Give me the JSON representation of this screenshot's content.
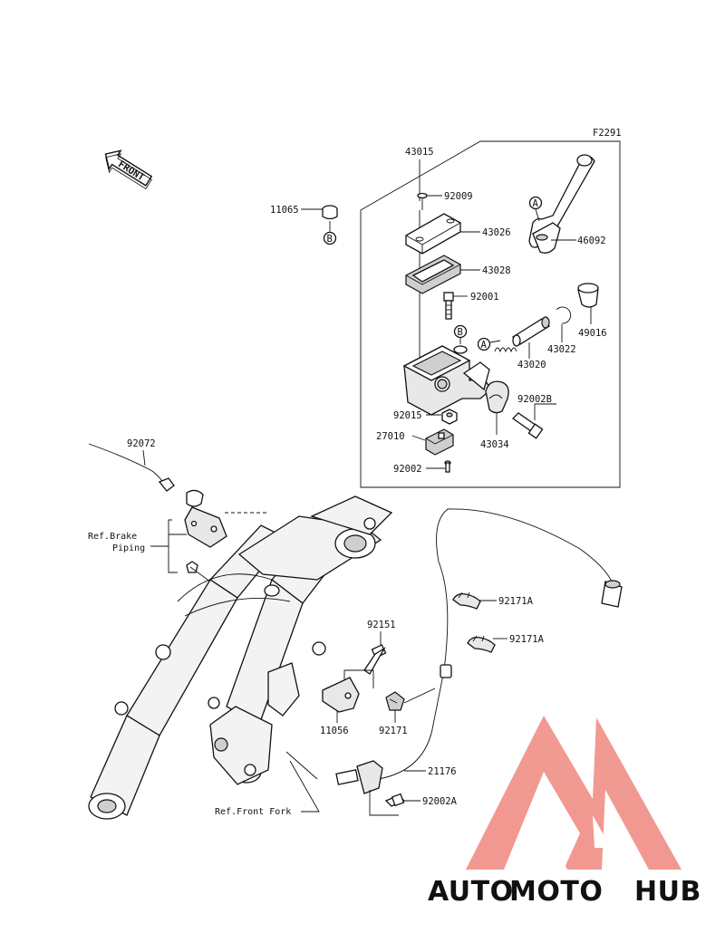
{
  "diagram": {
    "figure_code": "F2291",
    "front_label": "FRONT",
    "callout_a": "A",
    "callout_b": "B",
    "parts": [
      {
        "id": "43015"
      },
      {
        "id": "92009"
      },
      {
        "id": "43026"
      },
      {
        "id": "43028"
      },
      {
        "id": "92001"
      },
      {
        "id": "43022"
      },
      {
        "id": "43020"
      },
      {
        "id": "49016"
      },
      {
        "id": "92002B"
      },
      {
        "id": "92015"
      },
      {
        "id": "27010"
      },
      {
        "id": "43034"
      },
      {
        "id": "92002"
      },
      {
        "id": "46092"
      },
      {
        "id": "11065"
      },
      {
        "id": "92072"
      },
      {
        "id": "92171A"
      },
      {
        "id": "92171A"
      },
      {
        "id": "92151"
      },
      {
        "id": "11056"
      },
      {
        "id": "92171"
      },
      {
        "id": "21176"
      },
      {
        "id": "92002A"
      }
    ],
    "references": {
      "brake_piping": "Ref.Brake Piping",
      "brake_piping_line1": "Ref.Brake",
      "brake_piping_line2": "Piping",
      "front_fork": "Ref.Front Fork"
    }
  },
  "watermark": {
    "brand_part1": "AUTO",
    "brand_part2": "MOTO",
    "brand_part3": "HUB",
    "colors": {
      "auto": "#f5a623",
      "moto": "#ef8b7c",
      "hub": "#555555",
      "logo": "#f08f86"
    }
  }
}
